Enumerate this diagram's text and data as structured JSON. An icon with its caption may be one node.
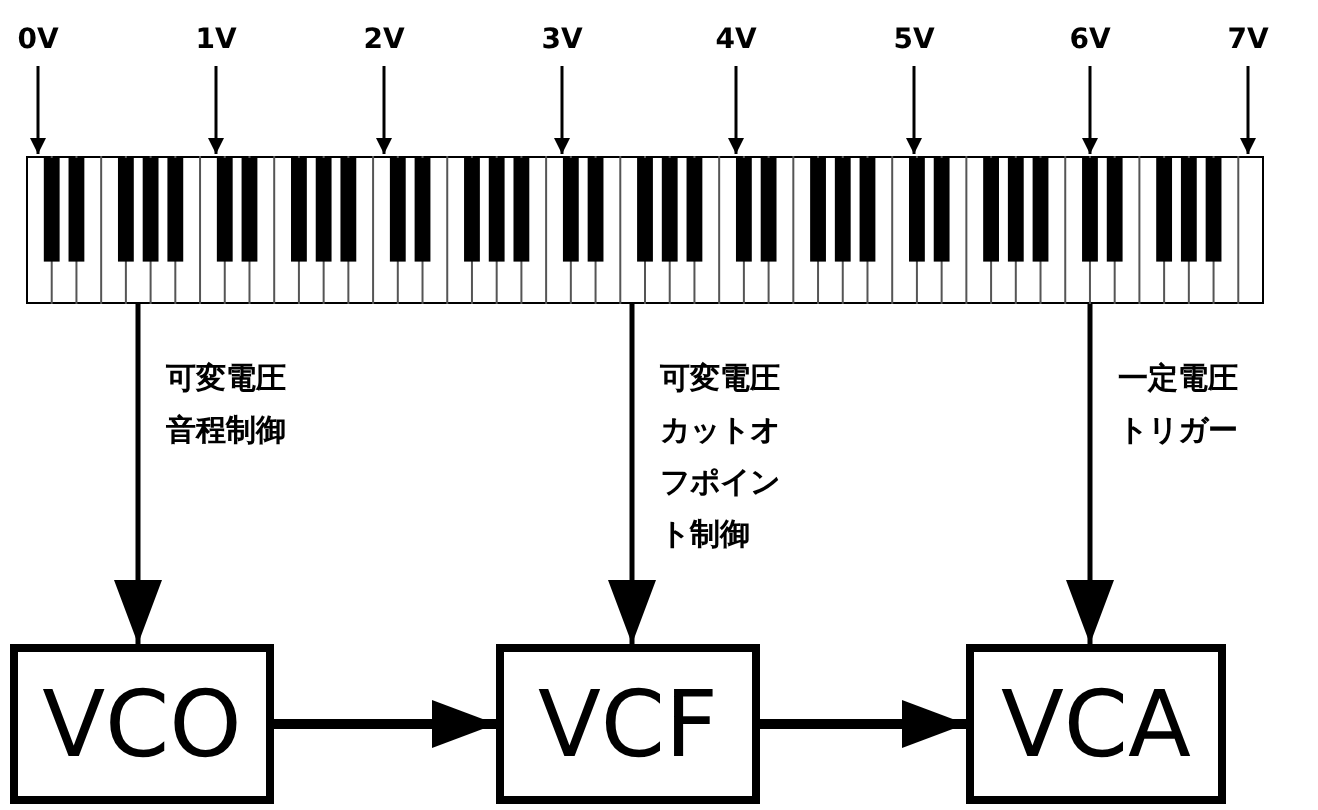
{
  "diagram": {
    "nodes": [
      {
        "text": [
          "0V"
        ]
      },
      {
        "text": [
          "1V"
        ]
      },
      {
        "text": [
          "2V"
        ]
      },
      {
        "text": [
          "3V"
        ]
      },
      {
        "text": [
          "4V"
        ]
      },
      {
        "text": [
          "5V"
        ]
      },
      {
        "text": [
          "6V"
        ]
      },
      {
        "text": [
          "7V"
        ]
      },
      {
        "text": [],
        "shape": "picture"
      },
      {
        "text": [
          "VCO"
        ]
      },
      {
        "text": [
          "VCF"
        ]
      },
      {
        "text": [
          "VCA"
        ]
      }
    ],
    "edges": [
      {
        "from": 0,
        "to": 8,
        "arrow": "to"
      },
      {
        "from": 1,
        "to": 8,
        "arrow": "to"
      },
      {
        "from": 2,
        "to": 8,
        "arrow": "to"
      },
      {
        "from": 3,
        "to": 8,
        "arrow": "to"
      },
      {
        "from": 4,
        "to": 8,
        "arrow": "to"
      },
      {
        "from": 5,
        "to": 8,
        "arrow": "to"
      },
      {
        "from": 6,
        "to": 8,
        "arrow": "to"
      },
      {
        "from": 7,
        "to": 8,
        "arrow": "to"
      },
      {
        "from": 8,
        "to": 9,
        "arrow": "to",
        "label": "可変電圧音程制御"
      },
      {
        "from": 8,
        "to": 10,
        "arrow": "to",
        "label": "可変電圧カットオフポイント制御"
      },
      {
        "from": 8,
        "to": 11,
        "arrow": "to",
        "label": "一定電圧トリガー"
      },
      {
        "from": 9,
        "to": 10,
        "arrow": "to",
        "style": "thick"
      },
      {
        "from": 10,
        "to": 11,
        "arrow": "to",
        "style": "thick"
      }
    ]
  }
}
